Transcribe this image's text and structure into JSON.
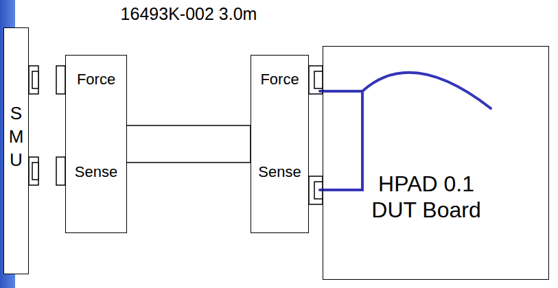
{
  "diagram": {
    "nodes": [
      {
        "text": [
          "S M U"
        ]
      },
      {
        "text": [
          "Force",
          "Sense"
        ]
      },
      {
        "text": [
          "Force",
          "Sense"
        ]
      },
      {
        "text": [
          "HPAD 0.1 DUT Board"
        ]
      }
    ],
    "edges": [
      {
        "from": 1,
        "to": 2,
        "arrow": "none"
      }
    ],
    "labels": [
      "16493K-002 3.0m"
    ]
  }
}
